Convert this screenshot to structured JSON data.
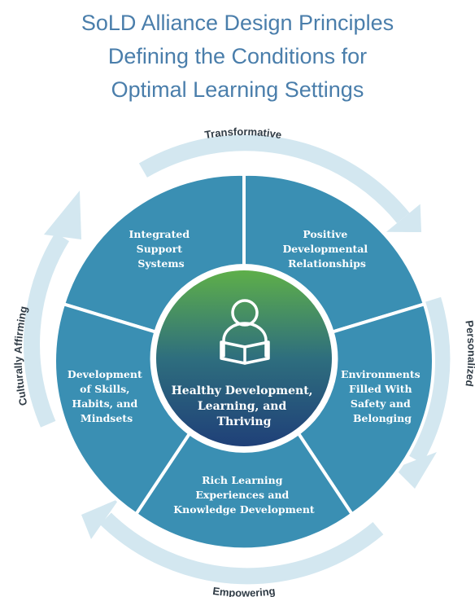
{
  "title": {
    "line1": "SoLD Alliance Design Principles",
    "line2": "Defining the Conditions for",
    "line3": "Optimal Learning Settings"
  },
  "ring": {
    "top": "Transformative",
    "right": "Personalized",
    "bottom": "Empowering",
    "left": "Culturally Affirming"
  },
  "segments": {
    "integrated": [
      "Integrated",
      "Support",
      "Systems"
    ],
    "positive": [
      "Positive",
      "Developmental",
      "Relationships"
    ],
    "environments": [
      "Environments",
      "Filled With",
      "Safety and",
      "Belonging"
    ],
    "rich": [
      "Rich Learning",
      "Experiences and",
      "Knowledge Development"
    ],
    "skills": [
      "Development",
      "of Skills,",
      "Habits, and",
      "Mindsets"
    ]
  },
  "center": {
    "lines": [
      "Healthy Development,",
      "Learning, and",
      "Thriving"
    ],
    "icon": "person-reading-icon"
  },
  "colors": {
    "title": "#4a7eab",
    "segment": "#3a8fb3",
    "ring": "#d3e7f0",
    "center_top": "#5fb048",
    "center_bottom": "#1f3f78"
  }
}
